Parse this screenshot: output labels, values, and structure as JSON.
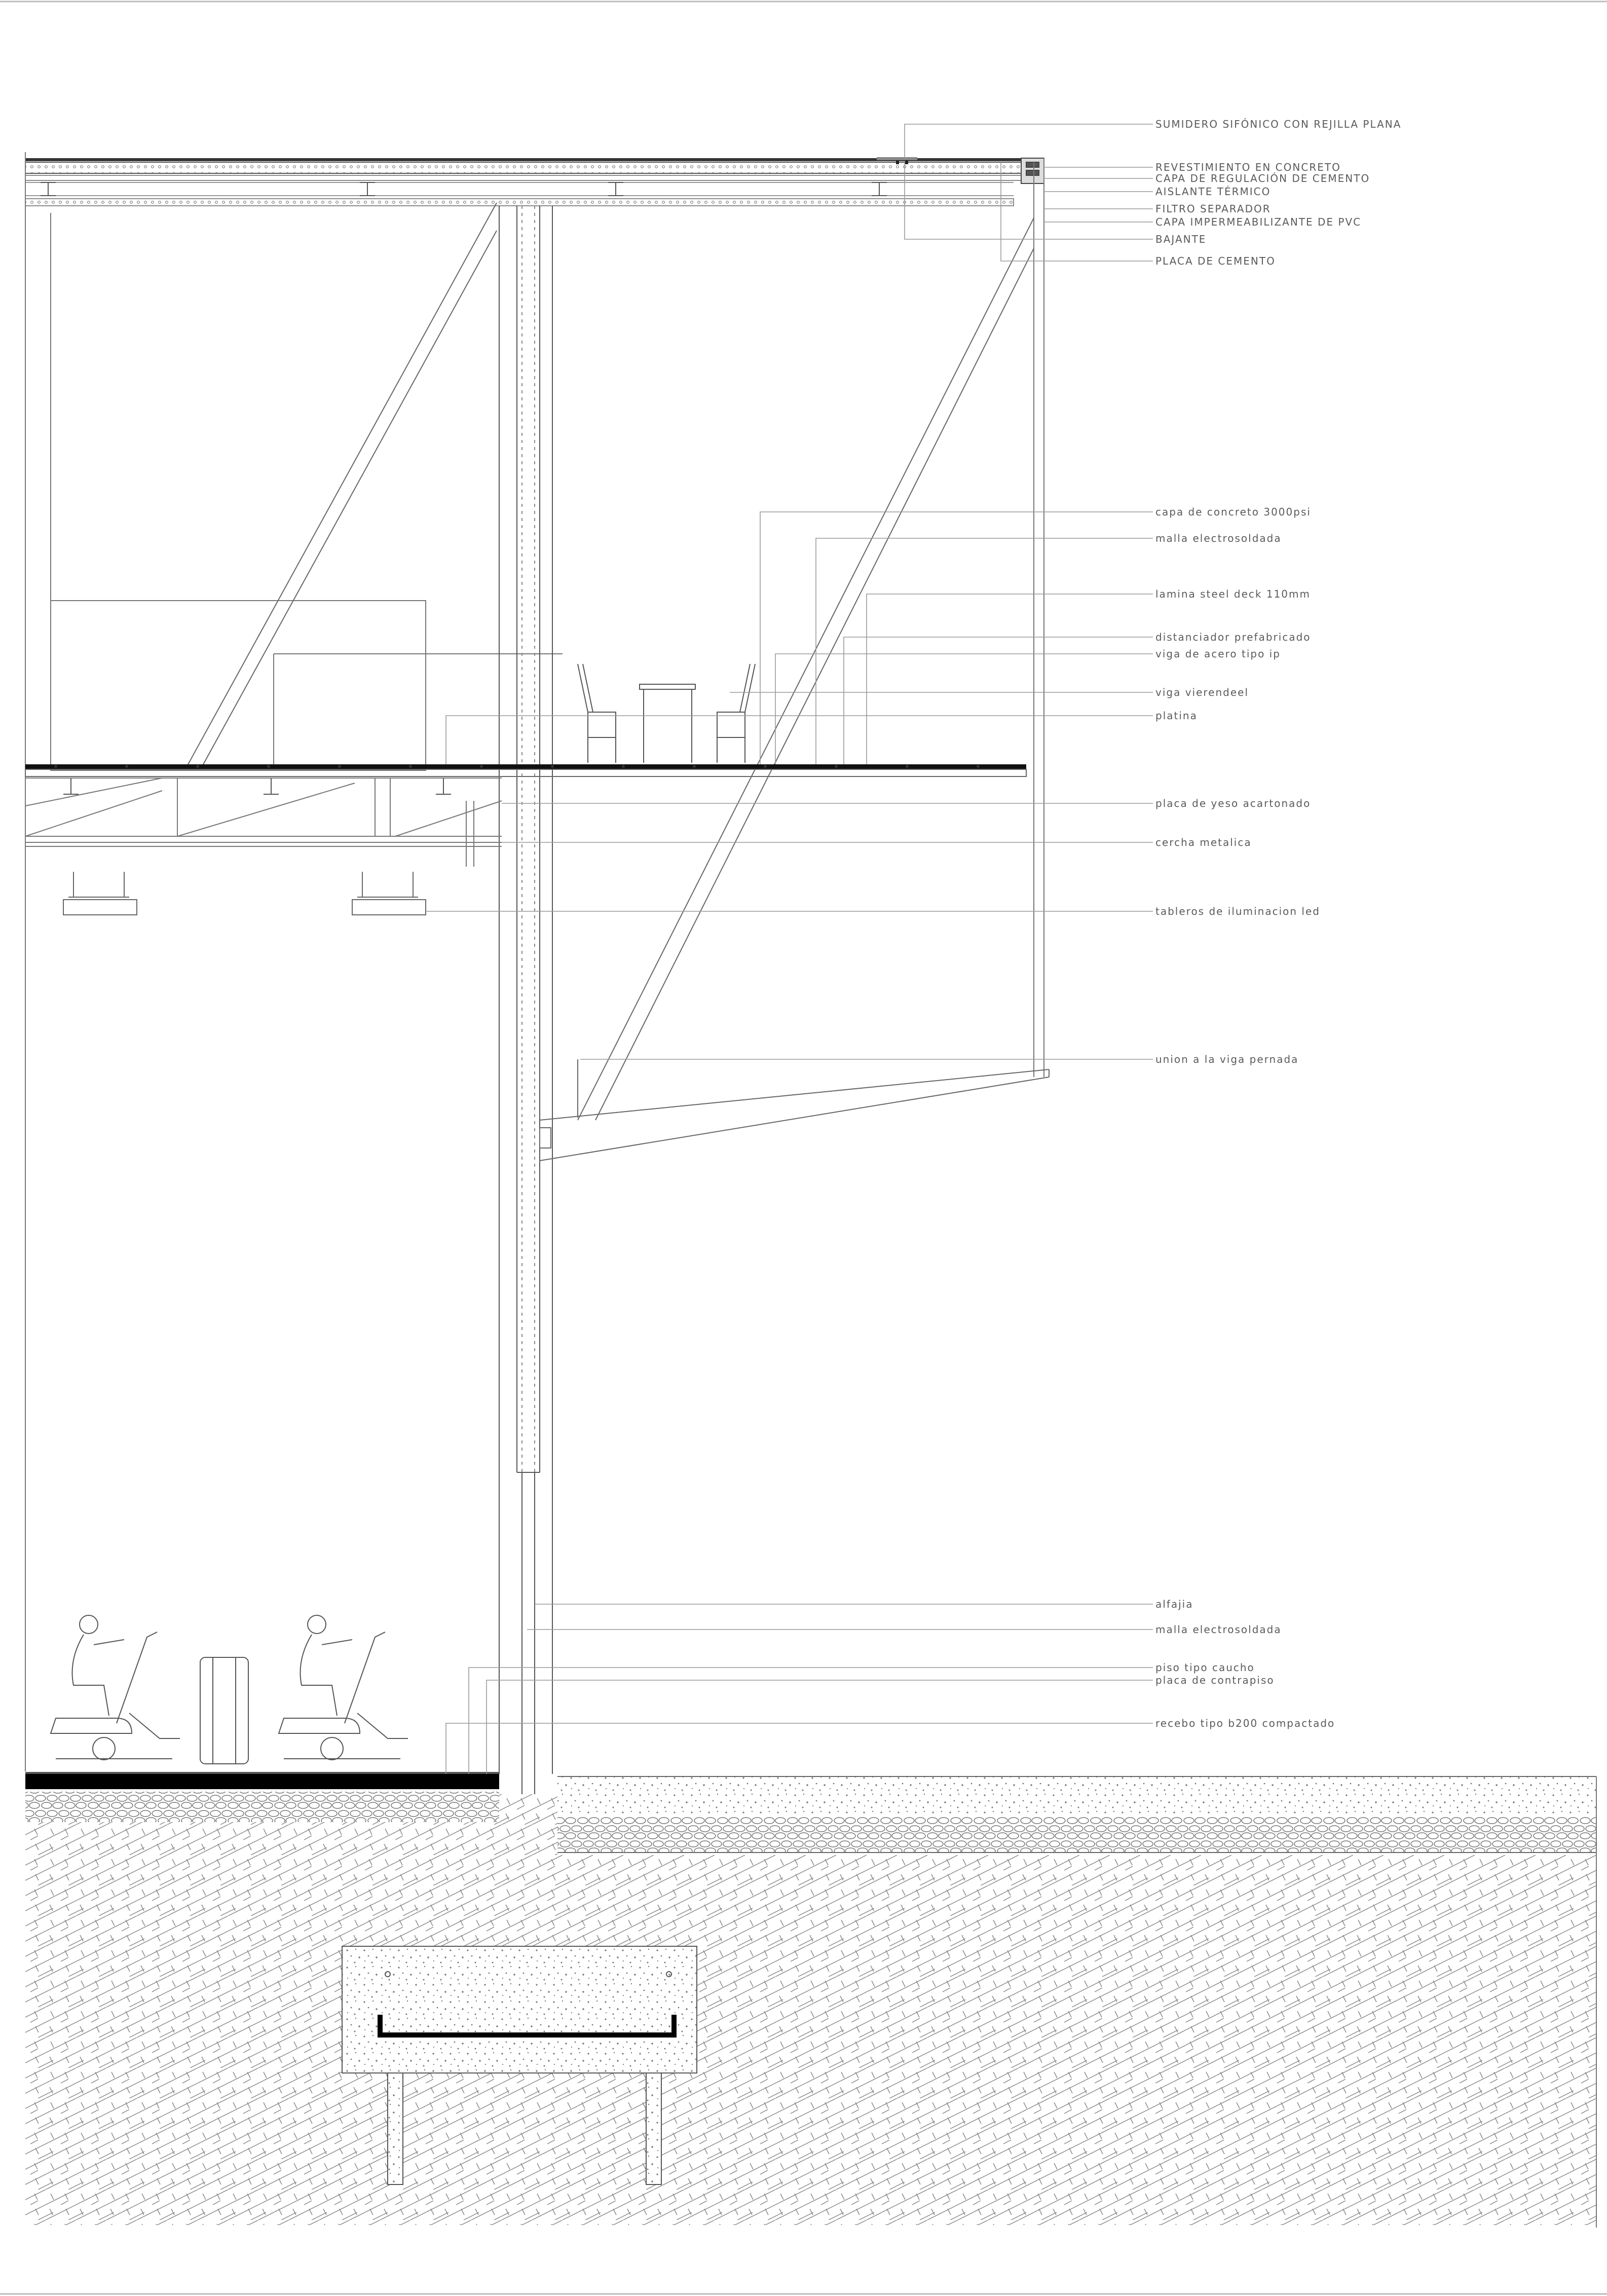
{
  "colors": {
    "ink": "#4a4a4a",
    "light": "#9a9a9a",
    "fill": "#000000"
  },
  "annotations": {
    "top": [
      "SUMIDERO SIFÓNICO CON REJILLA PLANA",
      "REVESTIMIENTO EN CONCRETO",
      "CAPA DE REGULACIÓN DE CEMENTO",
      "AISLANTE TÉRMICO",
      "FILTRO SEPARADOR",
      "CAPA IMPERMEABILIZANTE DE PVC",
      "BAJANTE",
      "PLACA DE CEMENTO"
    ],
    "middle": [
      "capa de concreto 3000psi",
      "malla electrosoldada",
      "lamina steel deck 110mm",
      "distanciador prefabricado",
      "viga de acero tipo ip",
      "viga vierendeel",
      "platina",
      "placa de yeso acartonado",
      "cercha metalica",
      "tableros de iluminacion led",
      "union a la viga pernada"
    ],
    "bottom": [
      "alfajia",
      "malla electrosoldada",
      "piso tipo caucho",
      "placa de contrapiso",
      "recebo tipo b200 compactado"
    ]
  }
}
